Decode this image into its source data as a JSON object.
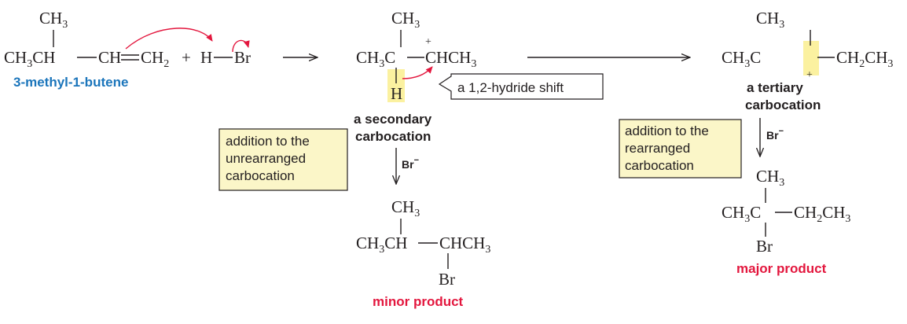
{
  "reactant": {
    "ch3": [
      "CH",
      "3"
    ],
    "chain": [
      "CH",
      "3",
      "CH",
      "CH",
      "CH",
      "2"
    ],
    "name": "3-methyl-1-butene"
  },
  "reagent": {
    "plus": "+",
    "h": "H",
    "br": "Br"
  },
  "secondary_cation": {
    "ch3": [
      "CH",
      "3"
    ],
    "charge": "+",
    "chain": [
      "CH",
      "3",
      "C",
      "CHCH",
      "3"
    ],
    "hydrogen": "H",
    "label_line1": "a secondary",
    "label_line2": "carbocation"
  },
  "shift_callout": "a 1,2-hydride shift",
  "tertiary_cation": {
    "ch3": [
      "CH",
      "3"
    ],
    "chain": [
      "CH",
      "3",
      "C",
      "CH",
      "2",
      "CH",
      "3"
    ],
    "charge": "+",
    "label_line1": "a tertiary",
    "label_line2": "carbocation"
  },
  "unrearranged_box": [
    "addition to the",
    "unrearranged",
    "carbocation"
  ],
  "rearranged_box": [
    "addition to the",
    "rearranged",
    "carbocation"
  ],
  "bromide": {
    "base": "Br",
    "charge": "−"
  },
  "minor": {
    "ch3": [
      "CH",
      "3"
    ],
    "chain": [
      "CH",
      "3",
      "CH",
      "CHCH",
      "3"
    ],
    "br": "Br",
    "label": "minor product"
  },
  "major": {
    "ch3": [
      "CH",
      "3"
    ],
    "chain": [
      "CH",
      "3",
      "C",
      "CH",
      "2",
      "CH",
      "3"
    ],
    "br": "Br",
    "label": "major product"
  },
  "colors": {
    "text": "#231f20",
    "blue_label": "#1b75bb",
    "red_label": "#e3173e",
    "box_fill": "#fbf6c8",
    "highlight": "#fbf1a0"
  }
}
